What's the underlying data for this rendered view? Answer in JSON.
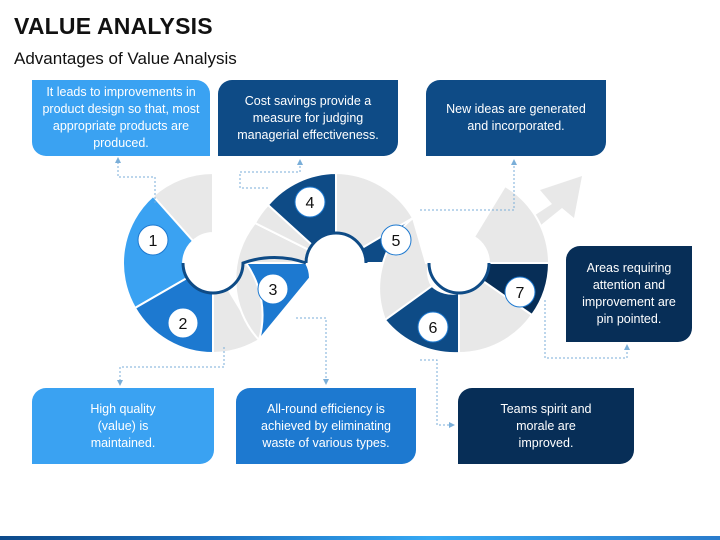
{
  "title": "VALUE ANALYSIS",
  "subtitle": "Advantages of Value Analysis",
  "colors": {
    "light_blue": "#3aa2f2",
    "mid_blue": "#1d79d0",
    "dark_blue": "#0e4b86",
    "navy": "#072e57",
    "gray": "#e8e8e8",
    "connector": "#7aaed8"
  },
  "steps": [
    {
      "number": "1",
      "text": "It leads to improvements in product design so that, most appropriate products are produced."
    },
    {
      "number": "2",
      "text": "High quality (value) is maintained."
    },
    {
      "number": "3",
      "text": "All-round efficiency is achieved by eliminating waste of various types."
    },
    {
      "number": "4",
      "text": "Cost savings provide a measure for judging managerial effectiveness."
    },
    {
      "number": "5",
      "text": "New ideas are generated and incorporated."
    },
    {
      "number": "6",
      "text": "Teams spirit and morale are improved."
    },
    {
      "number": "7",
      "text": "Areas requiring attention and improvement are pin pointed."
    }
  ]
}
